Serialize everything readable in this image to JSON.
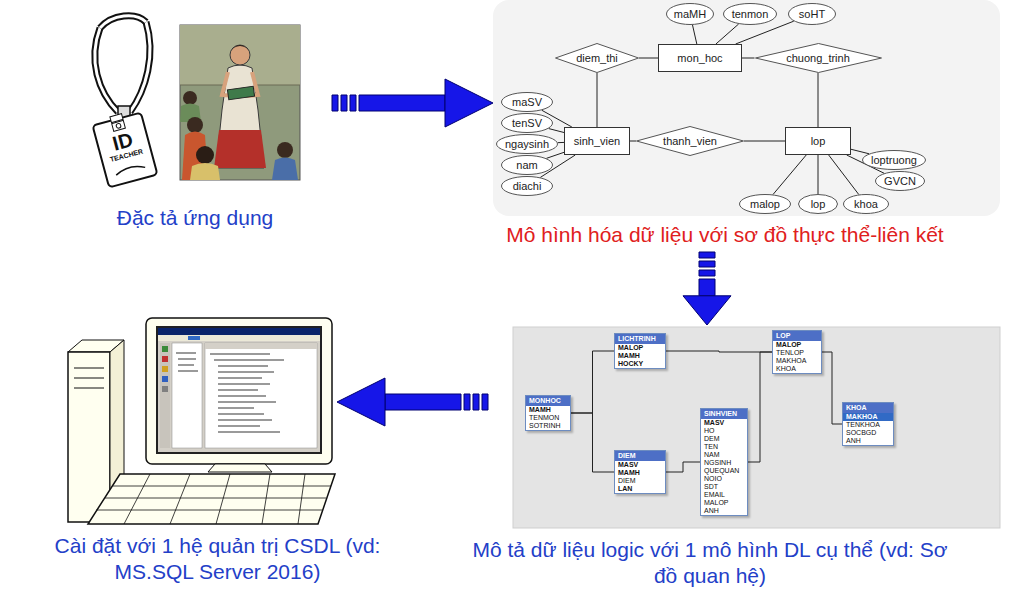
{
  "diagram": {
    "nodes": [
      {
        "text": [
          "Đặc tả ứng dụng"
        ]
      },
      {
        "text": [
          "Mô hình hóa dữ liệu với sơ đồ thực thể-liên kết"
        ]
      },
      {
        "text": [
          "maMH"
        ],
        "in": 1
      },
      {
        "text": [
          "tenmon"
        ],
        "in": 1
      },
      {
        "text": [
          "soHT"
        ],
        "in": 1
      },
      {
        "text": [
          "diem_thi"
        ],
        "in": 1
      },
      {
        "text": [
          "mon_hoc"
        ],
        "in": 1
      },
      {
        "text": [
          "chuong_trinh"
        ],
        "in": 1
      },
      {
        "text": [
          "maSV"
        ],
        "in": 1
      },
      {
        "text": [
          "tenSV"
        ],
        "in": 1
      },
      {
        "text": [
          "ngaysinh"
        ],
        "in": 1
      },
      {
        "text": [
          "nam"
        ],
        "in": 1
      },
      {
        "text": [
          "diachi"
        ],
        "in": 1
      },
      {
        "text": [
          "sinh_vien"
        ],
        "in": 1
      },
      {
        "text": [
          "thanh_vien"
        ],
        "in": 1
      },
      {
        "text": [
          "lop"
        ],
        "in": 1
      },
      {
        "text": [
          "loptruong"
        ],
        "in": 1
      },
      {
        "text": [
          "GVCN"
        ],
        "in": 1
      },
      {
        "text": [
          "malop"
        ],
        "in": 1
      },
      {
        "text": [
          "lop"
        ],
        "in": 1
      },
      {
        "text": [
          "khoa"
        ],
        "in": 1
      },
      {
        "text": [
          "Cài đặt với 1 hệ quản trị CSDL (vd: MS.SQL Server 2016)"
        ]
      },
      {
        "text": [
          "Mô tả dữ liệu logic với 1 mô hình DL cụ thể (vd: Sơ đồ quan hệ)"
        ]
      },
      {
        "text": [
          "LICHTRINH",
          "MALOP",
          "MAMH",
          "HOCKY"
        ],
        "in": 22
      },
      {
        "text": [
          "LOP",
          "MALOP",
          "TENLOP",
          "MAKHOA",
          "KHOA"
        ],
        "in": 22
      },
      {
        "text": [
          "MONHOC",
          "MAMH",
          "TENMON",
          "SOTRINH"
        ],
        "in": 22
      },
      {
        "text": [
          "DIEM",
          "MASV",
          "MAMH",
          "DIEM",
          "LAN"
        ],
        "in": 22
      },
      {
        "text": [
          "SINHVIEN",
          "MASV",
          "HO",
          "DEM",
          "TEN",
          "NAM",
          "NGSINH",
          "QUEQUAN",
          "NOIO",
          "SDT",
          "EMAIL",
          "MALOP",
          "ANH"
        ],
        "in": 22
      },
      {
        "text": [
          "KHOA",
          "MAKHOA",
          "TENKHOA",
          "SOCBGD",
          "ANH"
        ],
        "in": 22
      }
    ],
    "edges": [
      {
        "from": 0,
        "to": 1,
        "arrow": "to"
      },
      {
        "from": 1,
        "to": 22,
        "arrow": "to"
      },
      {
        "from": 22,
        "to": 21,
        "arrow": "to"
      },
      {
        "from": 2,
        "to": 6,
        "arrow": "none"
      },
      {
        "from": 3,
        "to": 6,
        "arrow": "none"
      },
      {
        "from": 4,
        "to": 6,
        "arrow": "none"
      },
      {
        "from": 5,
        "to": 6,
        "arrow": "none"
      },
      {
        "from": 6,
        "to": 7,
        "arrow": "none"
      },
      {
        "from": 5,
        "to": 13,
        "arrow": "none"
      },
      {
        "from": 7,
        "to": 15,
        "arrow": "none"
      },
      {
        "from": 8,
        "to": 13,
        "arrow": "none"
      },
      {
        "from": 9,
        "to": 13,
        "arrow": "none"
      },
      {
        "from": 10,
        "to": 13,
        "arrow": "none"
      },
      {
        "from": 11,
        "to": 13,
        "arrow": "none"
      },
      {
        "from": 12,
        "to": 13,
        "arrow": "none"
      },
      {
        "from": 13,
        "to": 14,
        "arrow": "none"
      },
      {
        "from": 14,
        "to": 15,
        "arrow": "none"
      },
      {
        "from": 16,
        "to": 15,
        "arrow": "none"
      },
      {
        "from": 17,
        "to": 15,
        "arrow": "none"
      },
      {
        "from": 18,
        "to": 15,
        "arrow": "none"
      },
      {
        "from": 19,
        "to": 15,
        "arrow": "none"
      },
      {
        "from": 20,
        "to": 15,
        "arrow": "none"
      },
      {
        "from": 25,
        "to": 23,
        "arrow": "none"
      },
      {
        "from": 25,
        "to": 26,
        "arrow": "none"
      },
      {
        "from": 23,
        "to": 24,
        "arrow": "none"
      },
      {
        "from": 26,
        "to": 27,
        "arrow": "none"
      },
      {
        "from": 27,
        "to": 24,
        "arrow": "none"
      },
      {
        "from": 24,
        "to": 28,
        "arrow": "none"
      }
    ],
    "labels": [
      "ID",
      "TEACHER"
    ]
  }
}
